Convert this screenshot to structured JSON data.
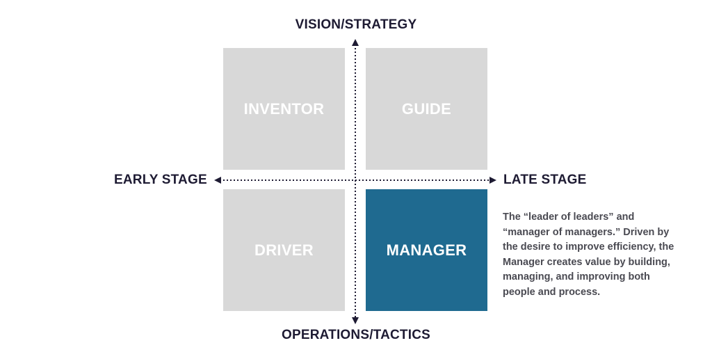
{
  "axes": {
    "top": "VISION/STRATEGY",
    "bottom": "OPERATIONS/TACTICS",
    "left": "EARLY STAGE",
    "right": "LATE STAGE"
  },
  "quadrants": {
    "top_left": "INVENTOR",
    "top_right": "GUIDE",
    "bottom_left": "DRIVER",
    "bottom_right": "MANAGER"
  },
  "colors": {
    "quadrant_default": "#d8d8d8",
    "quadrant_highlight": "#1f6a90",
    "axis_text": "#1e1b33",
    "description_text": "#4a4a52"
  },
  "description": {
    "lines": [
      "The “leader of leaders” and",
      "“manager of managers.” Driven by",
      "the desire to improve efficiency, the",
      "Manager creates value by building,",
      "managing, and improving both",
      "people and process."
    ]
  }
}
